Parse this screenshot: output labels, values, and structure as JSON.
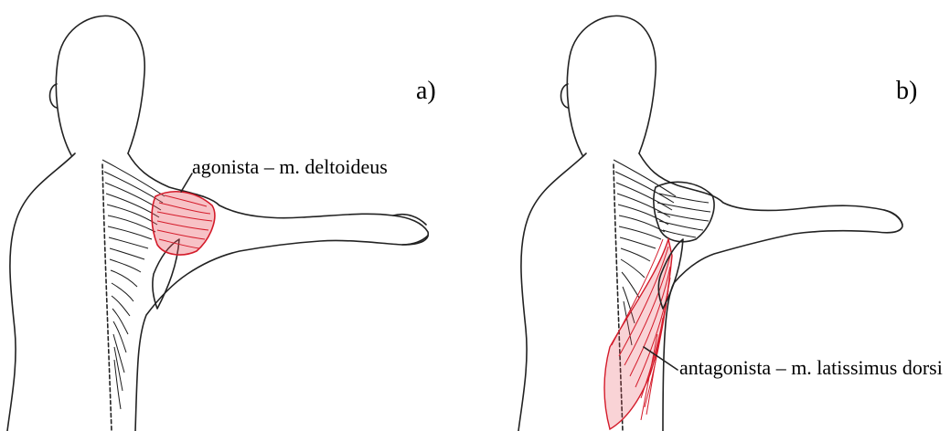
{
  "panels": [
    {
      "label": "a)",
      "callout": "agonista – m. deltoideus",
      "highlight_color": "#d41b2a"
    },
    {
      "label": "b)",
      "callout": "antagonista – m. latissimus dorsi",
      "highlight_color": "#d41b2a"
    }
  ],
  "icons": [
    "back-figure-illustration",
    "deltoid-muscle",
    "latissimus-dorsi-muscle"
  ]
}
